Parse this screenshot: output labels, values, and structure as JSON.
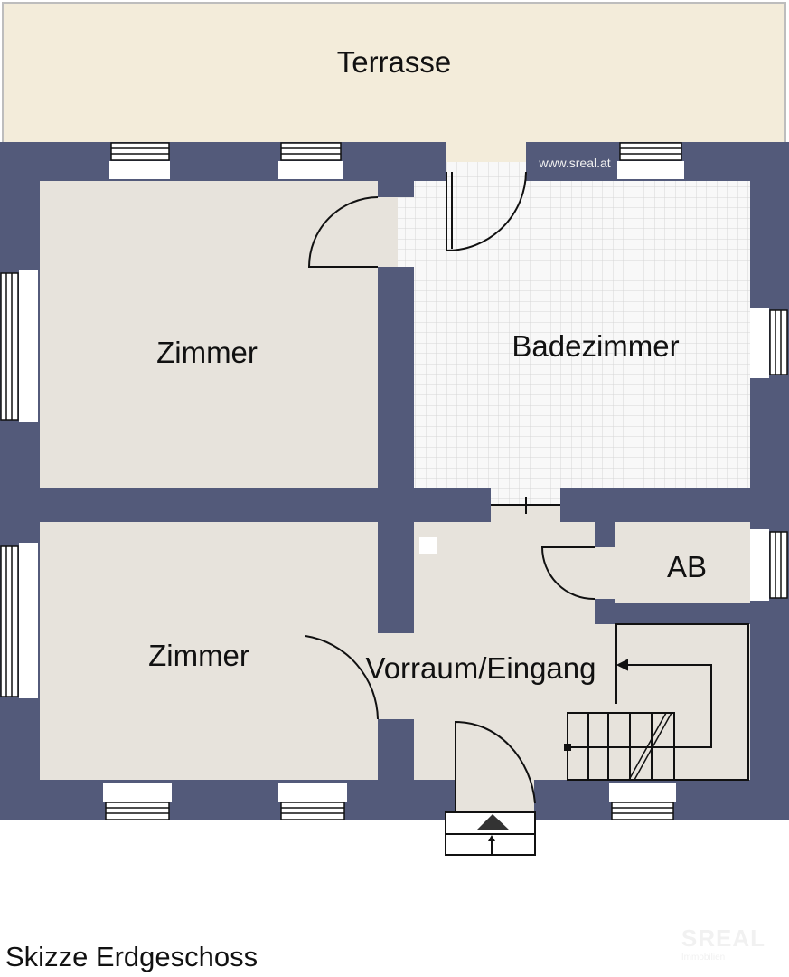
{
  "plan": {
    "rooms": {
      "terrace": "Terrasse",
      "room_top": "Zimmer",
      "bathroom": "Badezimmer",
      "room_bottom": "Zimmer",
      "storage": "AB",
      "hallway": "Vorraum/Eingang"
    },
    "watermark_url": "www.sreal.at",
    "caption": "Skizze Erdgeschoss",
    "logo": {
      "brand": "SREAL",
      "sub": "Immobilien"
    }
  },
  "colors": {
    "wall": "#535a7a",
    "floor": "#e7e3dc",
    "terrace": "#f3ecda",
    "tile": "#f7f7f7"
  }
}
